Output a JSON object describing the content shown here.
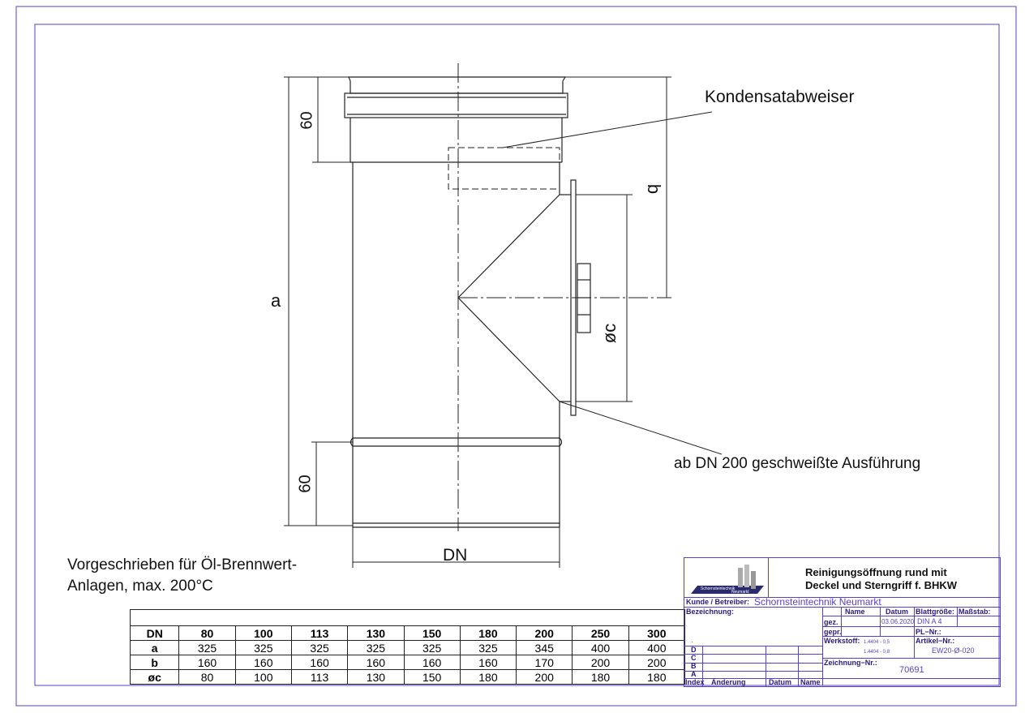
{
  "drawing": {
    "labels": {
      "kondensat": "Kondensatabweiser",
      "welded": "ab DN 200 geschweißte Ausführung",
      "note_line1": "Vorgeschrieben für Öl-Brennwert-",
      "note_line2": "Anlagen, max. 200°C"
    },
    "dimensions": {
      "a": "a",
      "b": "b",
      "c": "øc",
      "dn": "DN",
      "top_60": "60",
      "bottom_60": "60"
    }
  },
  "table": {
    "headers": [
      "DN",
      "80",
      "100",
      "113",
      "130",
      "150",
      "180",
      "200",
      "250",
      "300"
    ],
    "rows": [
      [
        "a",
        "325",
        "325",
        "325",
        "325",
        "325",
        "325",
        "345",
        "400",
        "400"
      ],
      [
        "b",
        "160",
        "160",
        "160",
        "160",
        "160",
        "160",
        "170",
        "200",
        "200"
      ],
      [
        "øc",
        "80",
        "100",
        "113",
        "130",
        "150",
        "180",
        "200",
        "180",
        "180"
      ]
    ]
  },
  "title_block": {
    "logo_text1": "Schornsteintechnik",
    "logo_text2": "Neumarkt",
    "title1": "Reinigungsöffnung rund mit",
    "title2": "Deckel und Sterngriff f. BHKW",
    "kunde_label": "Kunde / Betreiber:",
    "kunde_value": "Schornsteintechnik Neumarkt",
    "bezeichnung_label": "Bezeichnung:",
    "bezeichnung_dot": ".",
    "name_label": "Name",
    "datum_label": "Datum",
    "gez": "gez.",
    "gepr": "gepr.",
    "date_value": "03.06.2020",
    "blatt_label": "Blattgröße:",
    "blatt_value": "DIN A 4",
    "massstab_label": "Maßstab:",
    "pl_label": "PL−Nr.:",
    "werkstoff_label": "Werkstoff:",
    "werkstoff1": "1.4404 - 0,5",
    "werkstoff2": "1.4404 - 0,8",
    "artikel_label": "Artikel−Nr.:",
    "artikel_value": "EW20-Ø-020",
    "zeichnung_label": "Zeichnung−Nr.:",
    "zeichnung_value": "70691",
    "rev": [
      "D",
      "C",
      "B",
      "A"
    ],
    "index_label": "Index",
    "aenderung_label": "Änderung",
    "rev_datum_label": "Datum",
    "rev_name_label": "Name"
  }
}
